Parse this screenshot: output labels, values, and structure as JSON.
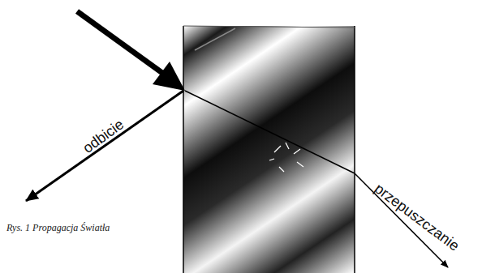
{
  "diagram": {
    "caption": "Rys. 1 Propagacja Światła",
    "labels": [
      "odbicie",
      "przepuszczanie"
    ]
  }
}
